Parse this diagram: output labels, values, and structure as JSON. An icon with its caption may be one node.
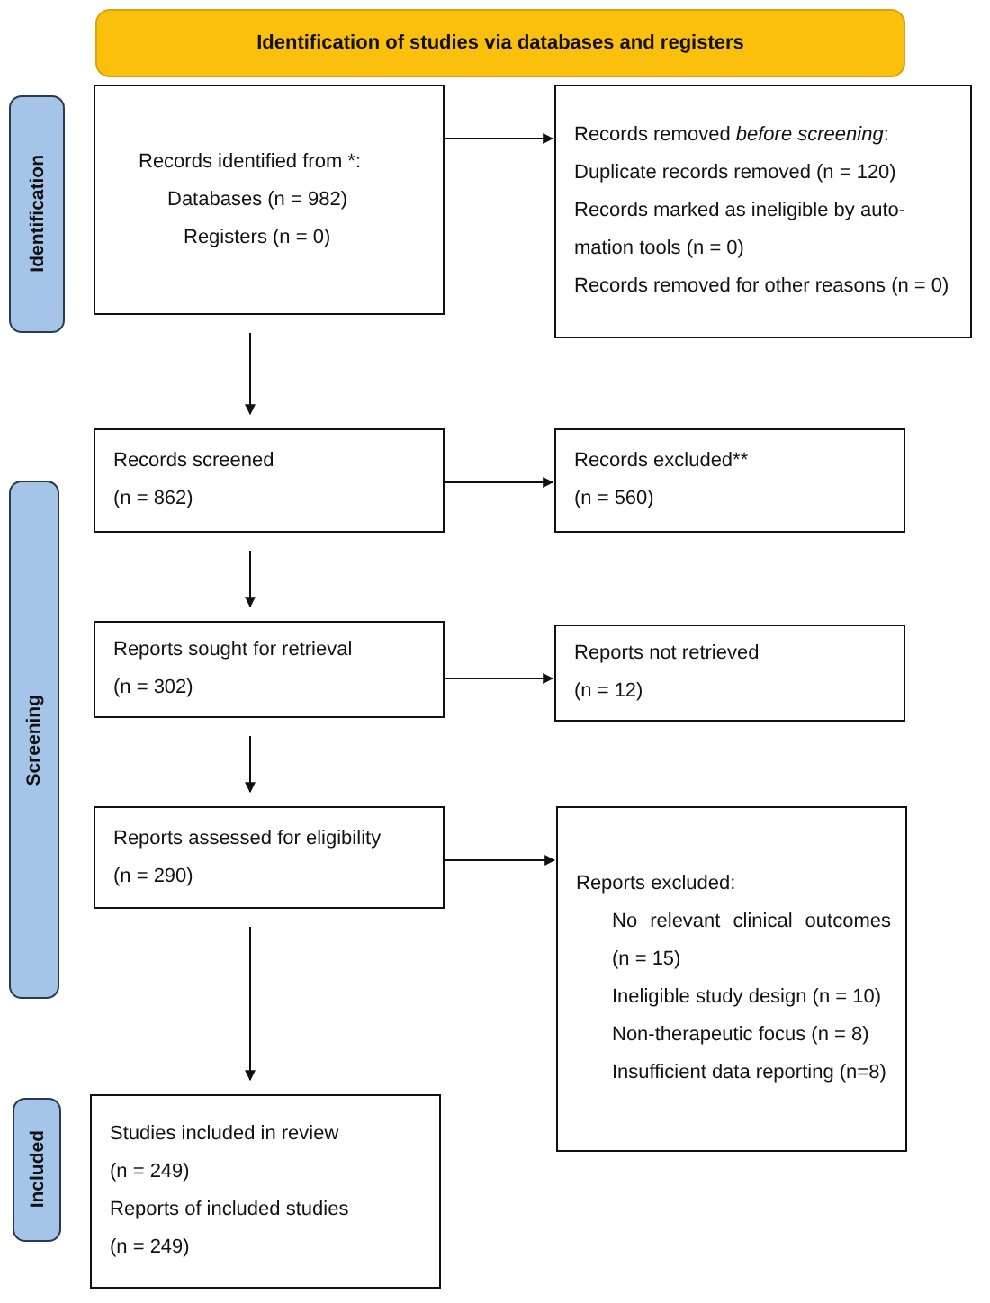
{
  "diagram": {
    "nodes": [
      {
        "text": [
          "Identification of studies via databases and registers"
        ]
      },
      {
        "text": [
          "Identification"
        ]
      },
      {
        "text": [
          "Screening"
        ]
      },
      {
        "text": [
          "Included"
        ]
      },
      {
        "text": [
          "Records identified from *:",
          "Databases (n = 982)",
          "Registers (n = 0)"
        ]
      },
      {
        "text": [
          "Records removed *before screening*:",
          "Duplicate records removed (n = 120)",
          "Records marked as ineligible by auto- mation tools (n = 0)",
          "Records removed for other reasons (n = 0)"
        ]
      },
      {
        "text": [
          "Records screened",
          "(n = 862)"
        ]
      },
      {
        "text": [
          "Records excluded**",
          "(n = 560)"
        ]
      },
      {
        "text": [
          "Reports sought for retrieval",
          "(n = 302)"
        ]
      },
      {
        "text": [
          "Reports not retrieved",
          "(n = 12)"
        ]
      },
      {
        "text": [
          "Reports assessed for eligibility",
          "(n = 290)"
        ]
      },
      {
        "text": [
          "Reports excluded:",
          "No relevant clinical outcomes (n = 15)",
          "Ineligible study design (n = 10)",
          "Non-therapeutic focus (n = 8)",
          "Insufficient data reporting (n=8)"
        ]
      },
      {
        "text": [
          "Studies included in review",
          "(n = 249)",
          "Reports of included studies",
          "(n = 249)"
        ]
      }
    ],
    "edges": [
      {
        "from": 4,
        "to": 5,
        "arrow": "to"
      },
      {
        "from": 4,
        "to": 6,
        "arrow": "to"
      },
      {
        "from": 6,
        "to": 7,
        "arrow": "to"
      },
      {
        "from": 6,
        "to": 8,
        "arrow": "to"
      },
      {
        "from": 8,
        "to": 9,
        "arrow": "to"
      },
      {
        "from": 8,
        "to": 10,
        "arrow": "to"
      },
      {
        "from": 10,
        "to": 11,
        "arrow": "to"
      },
      {
        "from": 10,
        "to": 12,
        "arrow": "to"
      }
    ]
  }
}
